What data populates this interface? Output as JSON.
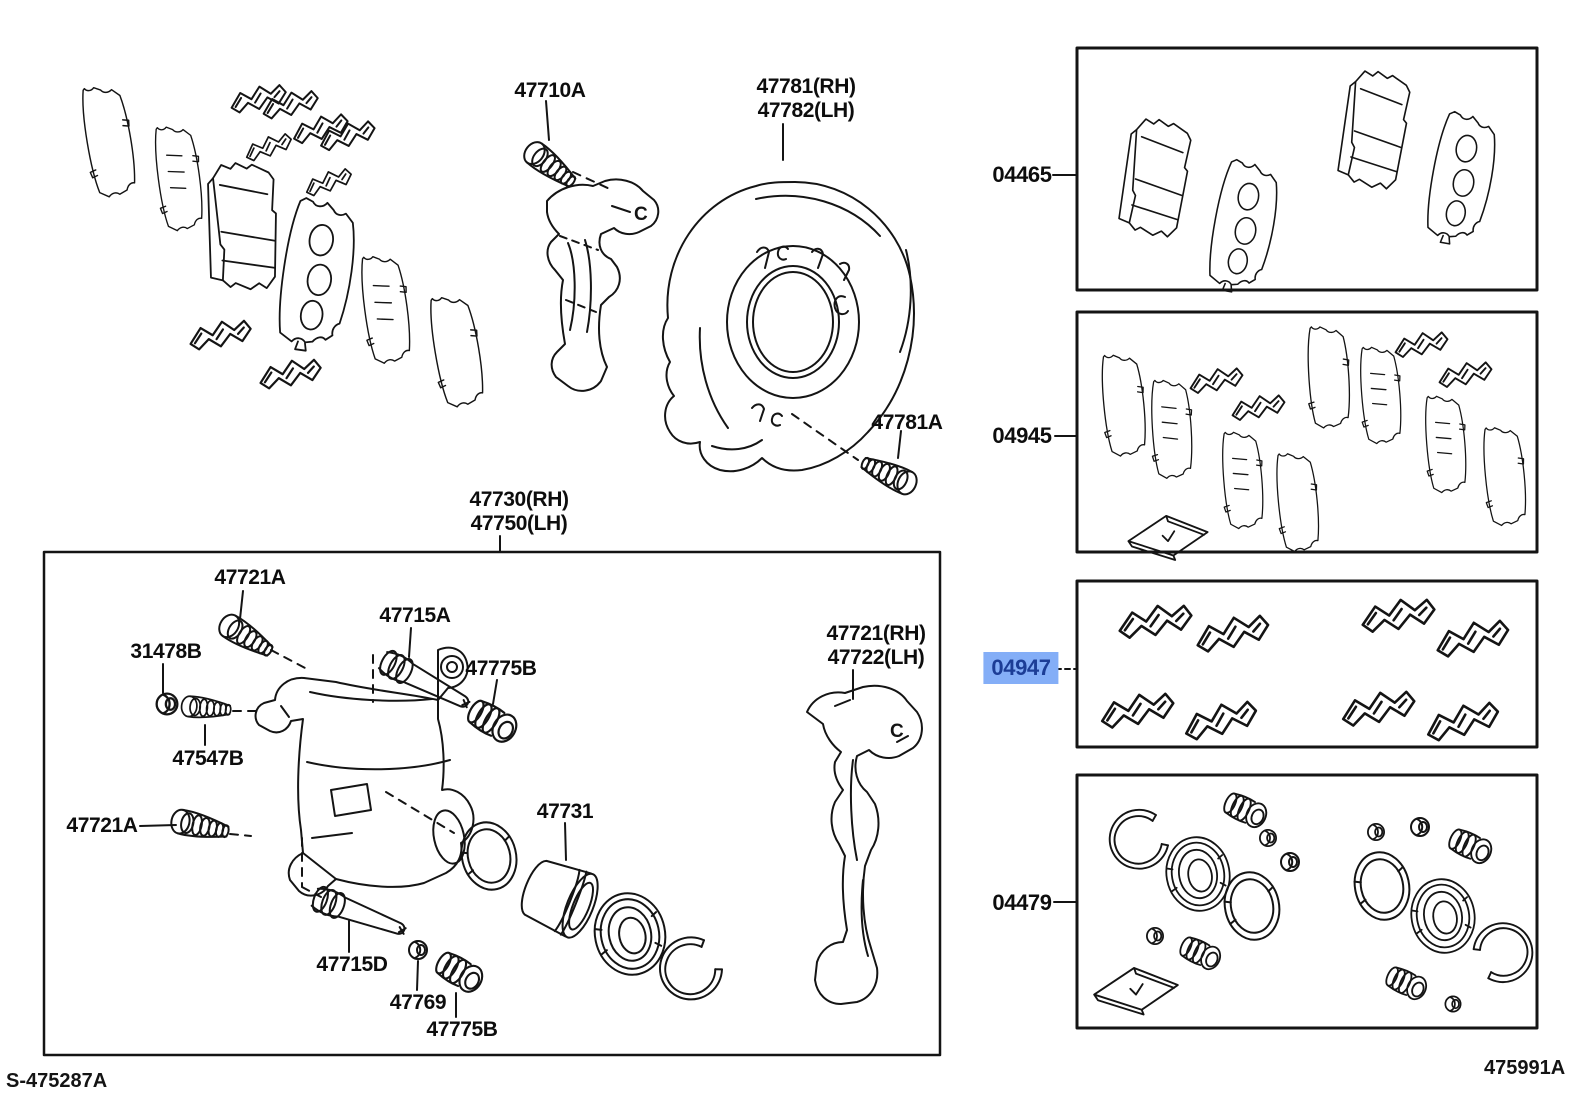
{
  "diagram": {
    "c_mark": "C",
    "footer": {
      "left_code": "S-475287A",
      "right_code": "475991A"
    },
    "highlight": {
      "bg": "#84aef7",
      "text": "#1c3d96"
    },
    "callouts": {
      "bolt_top": "47710A",
      "dust_shield_rh": "47781(RH)",
      "dust_shield_lh": "47782(LH)",
      "shield_bolt": "47781A",
      "caliper_assy_rh": "47730(RH)",
      "caliper_assy_lh": "47750(LH)",
      "bolt_upper": "47721A",
      "bushing": "31478B",
      "bleeder": "47547B",
      "slide_pin_upper": "47715A",
      "boot_upper": "47775B",
      "bolt_left": "47721A",
      "piston": "47731",
      "slide_pin_lower": "47715D",
      "cap": "47769",
      "boot_lower": "47775B",
      "bracket_rh": "47721(RH)",
      "bracket_lh": "47722(LH)"
    },
    "kits": {
      "pad_kit": "04465",
      "shim_kit": "04945",
      "fitting_kit": "04947",
      "cylinder_kit": "04479"
    }
  }
}
